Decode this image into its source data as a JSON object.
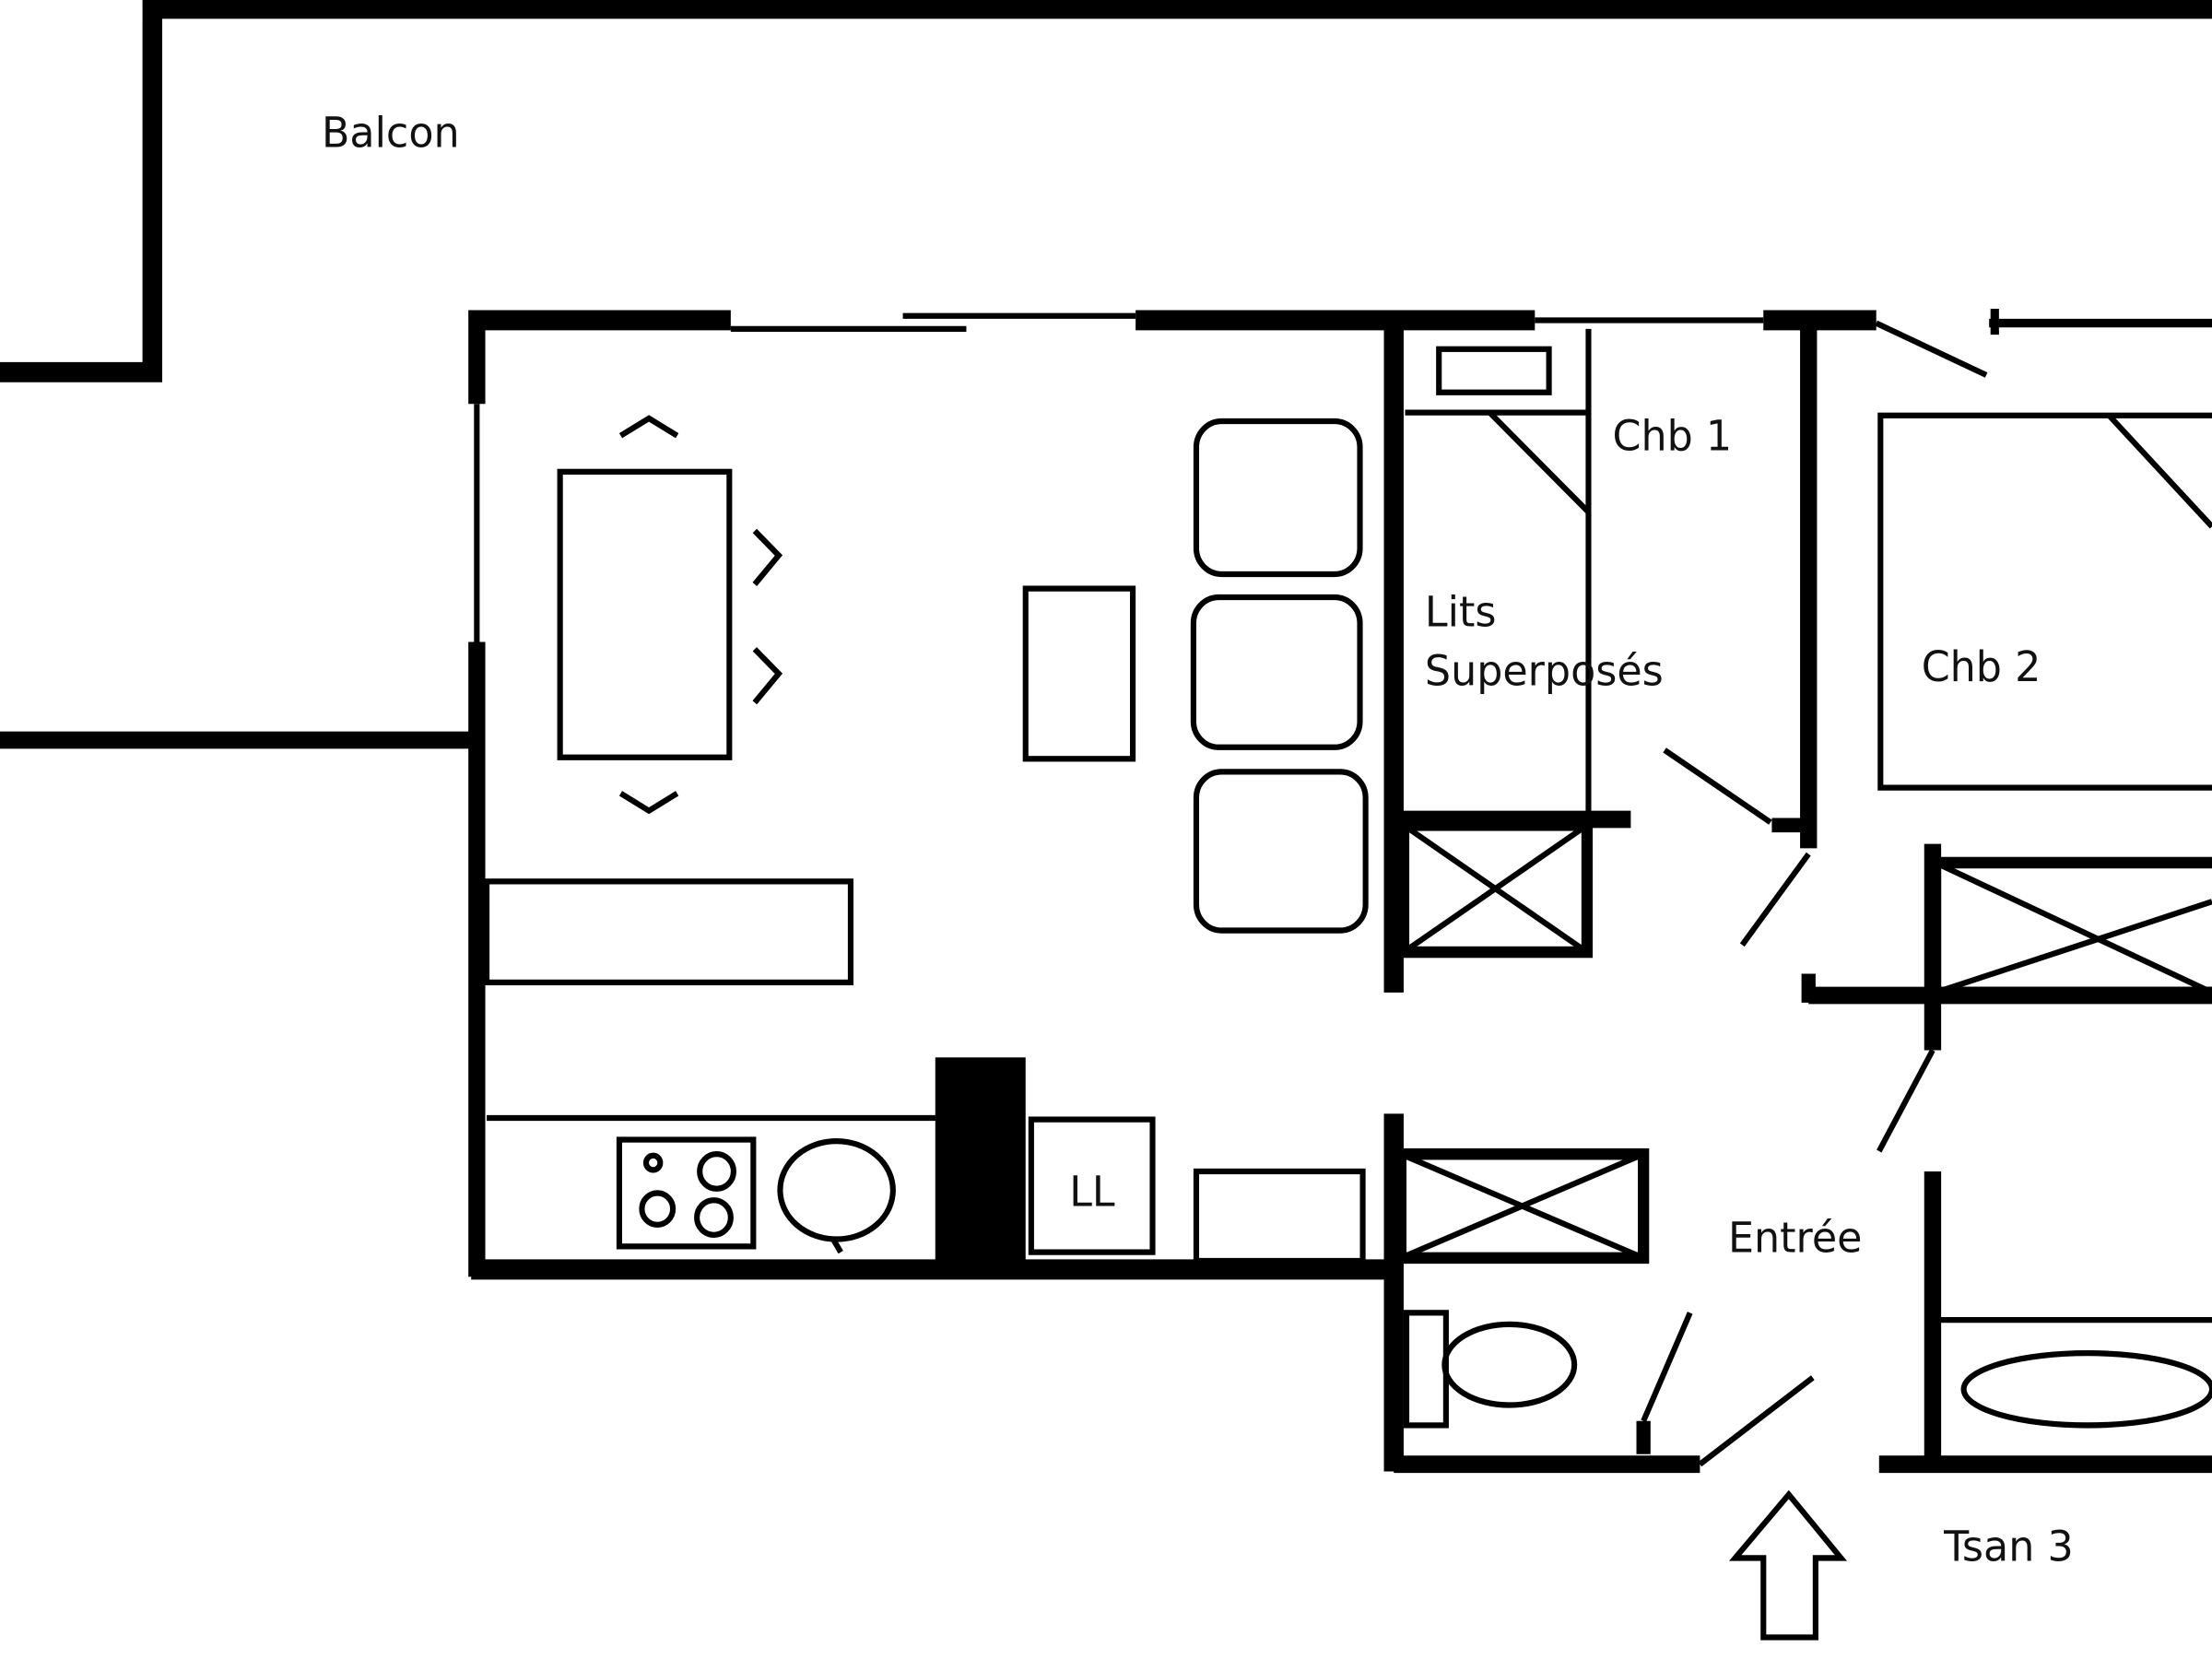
{
  "labels": {
    "balcony": "Balcon",
    "bedroom1": "Chb 1",
    "bunk_beds_line1": "Lits",
    "bunk_beds_line2": "Superposés",
    "bedroom2": "Chb 2",
    "washing_machine": "LL",
    "entrance": "Entrée",
    "building": "Tsan 3"
  },
  "colors": {
    "line": "#000000",
    "background": "#ffffff"
  }
}
